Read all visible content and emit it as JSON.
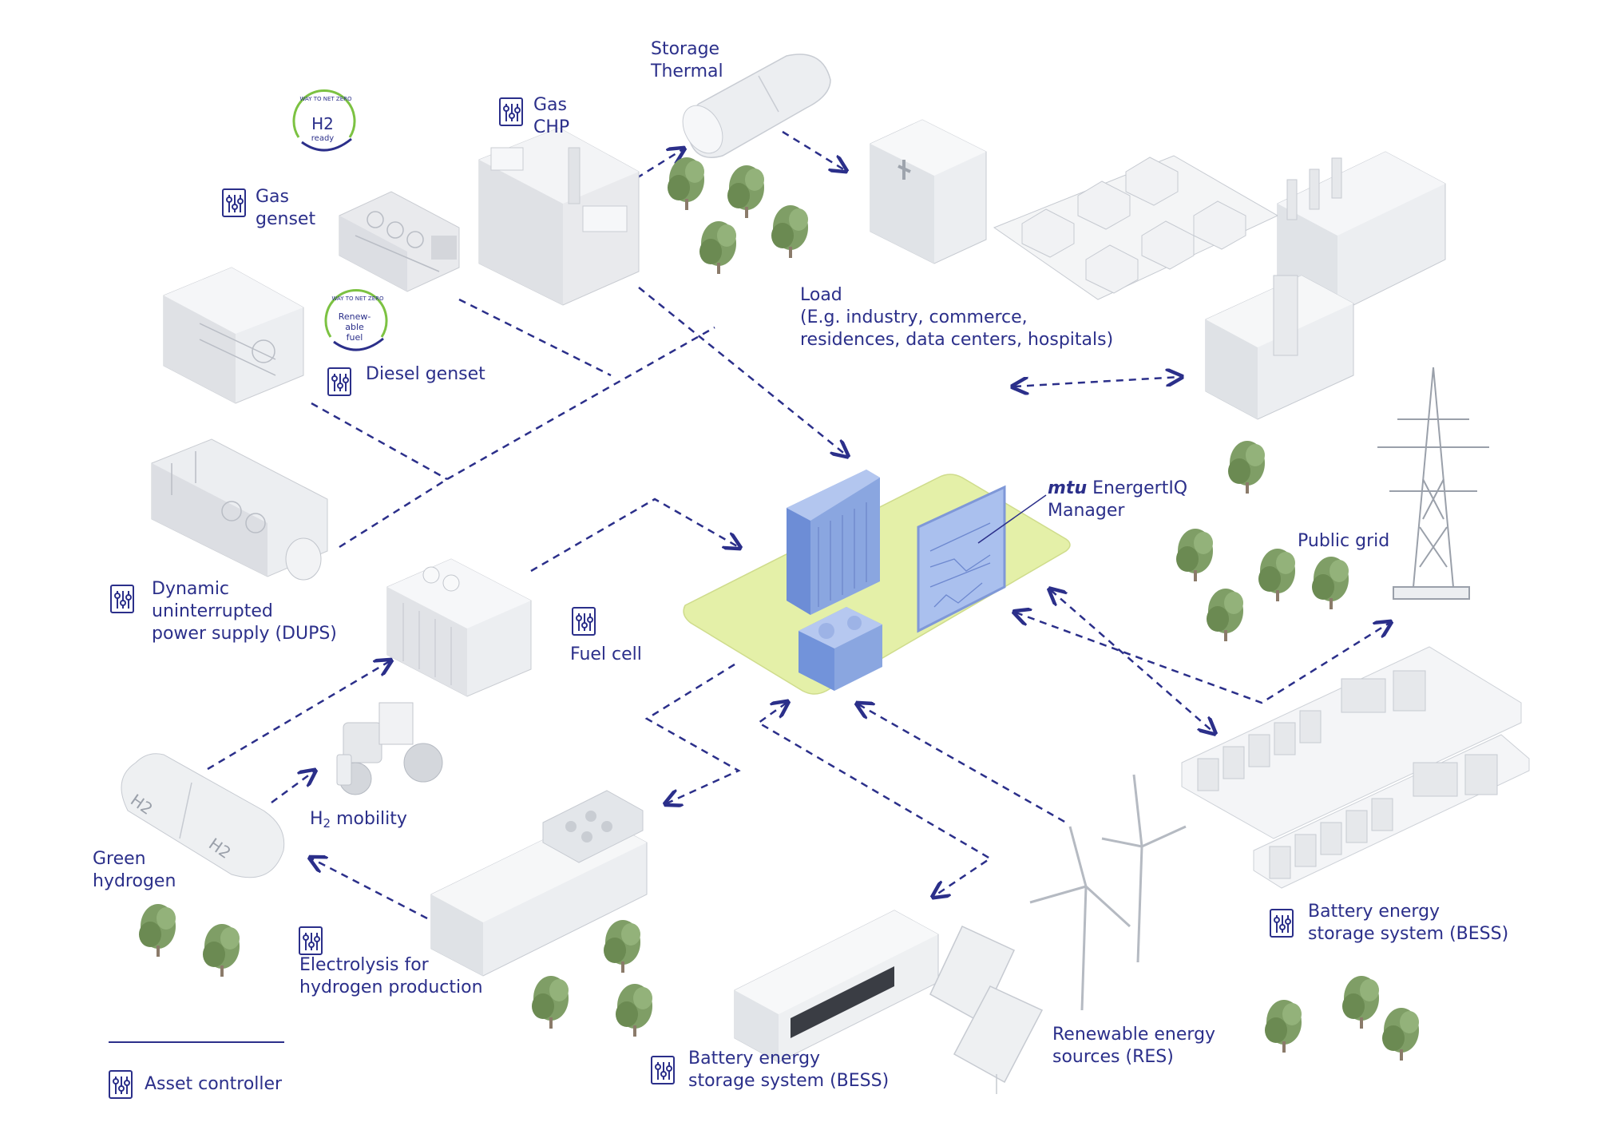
{
  "badges": {
    "h2_ready": {
      "arc": "WAY TO NET ZERO",
      "main": "H2",
      "sub": "ready"
    },
    "renewable_fuel": {
      "arc": "WAY TO NET ZERO",
      "l1": "Renew-",
      "l2": "able",
      "l3": "fuel"
    }
  },
  "labels": {
    "storage_thermal": [
      "Storage",
      "Thermal"
    ],
    "gas_chp": [
      "Gas",
      "CHP"
    ],
    "gas_genset": [
      "Gas",
      "genset"
    ],
    "diesel_genset": "Diesel genset",
    "dups": [
      "Dynamic",
      "uninterrupted",
      "power supply (DUPS)"
    ],
    "fuel_cell": "Fuel cell",
    "load": [
      "Load",
      "(E.g. industry, commerce,",
      "residences, data centers, hospitals)"
    ],
    "manager_brand": "mtu",
    "manager_name": [
      "EnergertIQ",
      "Manager"
    ],
    "public_grid": "Public grid",
    "h2_mobility_prefix": "H",
    "h2_mobility_sub": "2",
    "h2_mobility_suffix": " mobility",
    "green_hydrogen": [
      "Green",
      "hydrogen"
    ],
    "electrolysis": [
      "Electrolysis for",
      "hydrogen production"
    ],
    "bess_bottom": [
      "Battery energy",
      "storage system (BESS)"
    ],
    "bess_right": [
      "Battery energy",
      "storage system (BESS)"
    ],
    "res": [
      "Renewable energy",
      "sources (RES)"
    ],
    "asset_controller": "Asset controller",
    "tank_mark_1": "H2",
    "tank_mark_2": "H2"
  },
  "colors": {
    "accent": "#2b2f8a",
    "platform": "#e4f0a8",
    "manager_blue": "#8aa6e0",
    "badge_green": "#7cc242",
    "equipment": "#e9eaed",
    "tree": "#6f8f58"
  },
  "icons": [
    "asset-controller-icon",
    "tree-icon",
    "wind-turbine-icon",
    "solar-panel-icon",
    "power-pylon-icon"
  ]
}
